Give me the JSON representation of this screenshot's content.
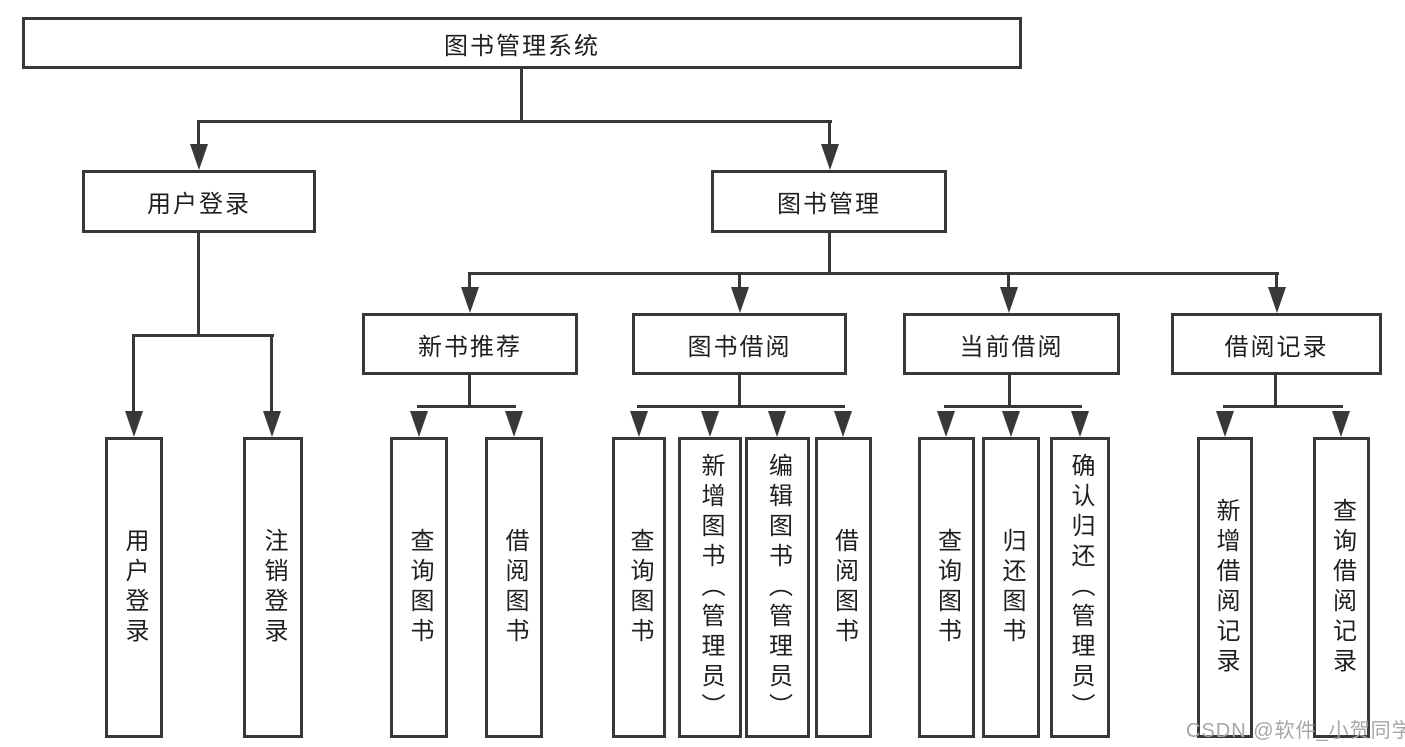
{
  "tree": {
    "root": "图书管理系统",
    "branches": [
      {
        "label": "用户登录",
        "children": [
          "用户登录",
          "注销登录"
        ]
      },
      {
        "label": "图书管理",
        "groups": [
          {
            "label": "新书推荐",
            "children": [
              "查询图书",
              "借阅图书"
            ]
          },
          {
            "label": "图书借阅",
            "children": [
              "查询图书",
              "新增图书（管理员）",
              "编辑图书（管理员）",
              "借阅图书"
            ]
          },
          {
            "label": "当前借阅",
            "children": [
              "查询图书",
              "归还图书",
              "确认归还（管理员）"
            ]
          },
          {
            "label": "借阅记录",
            "children": [
              "新增借阅记录",
              "查询借阅记录"
            ]
          }
        ]
      }
    ]
  },
  "watermark": {
    "text": "CSDN @软件_小贺同学"
  },
  "colors": {
    "line": "#383838",
    "text": "#1f1f1f",
    "watermark": "#a6a6a6",
    "background": "#ffffff"
  }
}
